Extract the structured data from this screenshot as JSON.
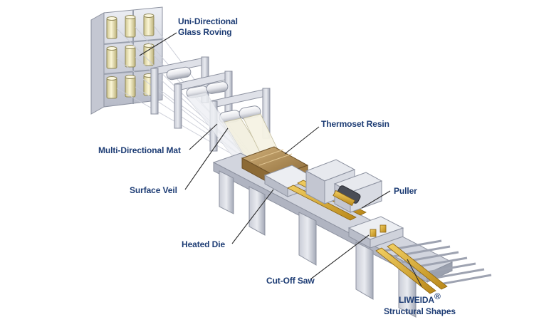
{
  "labels": {
    "roving_line1": "Uni-Directional",
    "roving_line2": "Glass Roving",
    "resin": "Thermoset Resin",
    "mat": "Multi-Directional Mat",
    "veil": "Surface Veil",
    "puller": "Puller",
    "die": "Heated Die",
    "saw": "Cut-Off Saw",
    "product_brand": "LIWEIDA",
    "product_mark": "®",
    "product_line2": "Structural Shapes"
  },
  "colors": {
    "label_text": "#1d3c74",
    "leader_line": "#2a2a2a",
    "machine_frame": "#d9dbe3",
    "machine_shadow": "#9ea3b1",
    "roving_spool": "#efe8b8",
    "resin_bath": "#b08d55",
    "product_profile": "#d9a830"
  }
}
